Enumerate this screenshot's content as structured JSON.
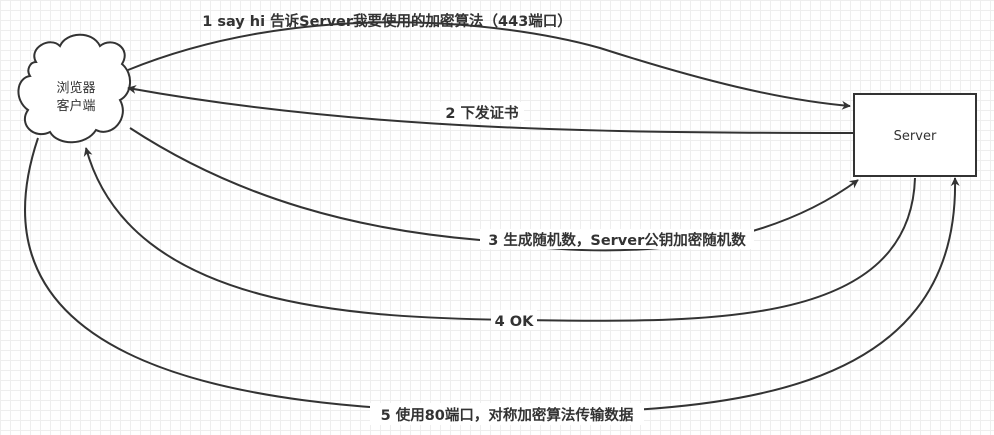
{
  "nodes": {
    "client": {
      "line1": "浏览器",
      "line2": "客户端"
    },
    "server": {
      "label": "Server"
    }
  },
  "edges": [
    {
      "id": "step1",
      "label": "1 say hi 告诉Server我要使用的加密算法（443端口）"
    },
    {
      "id": "step2",
      "label": "2 下发证书"
    },
    {
      "id": "step3",
      "label": "3 生成随机数，Server公钥加密随机数"
    },
    {
      "id": "step4",
      "label": "4 OK"
    },
    {
      "id": "step5",
      "label": "5 使用80端口，对称加密算法传输数据"
    }
  ],
  "colors": {
    "stroke": "#333333",
    "grid": "#eeeeee",
    "background": "#ffffff"
  }
}
